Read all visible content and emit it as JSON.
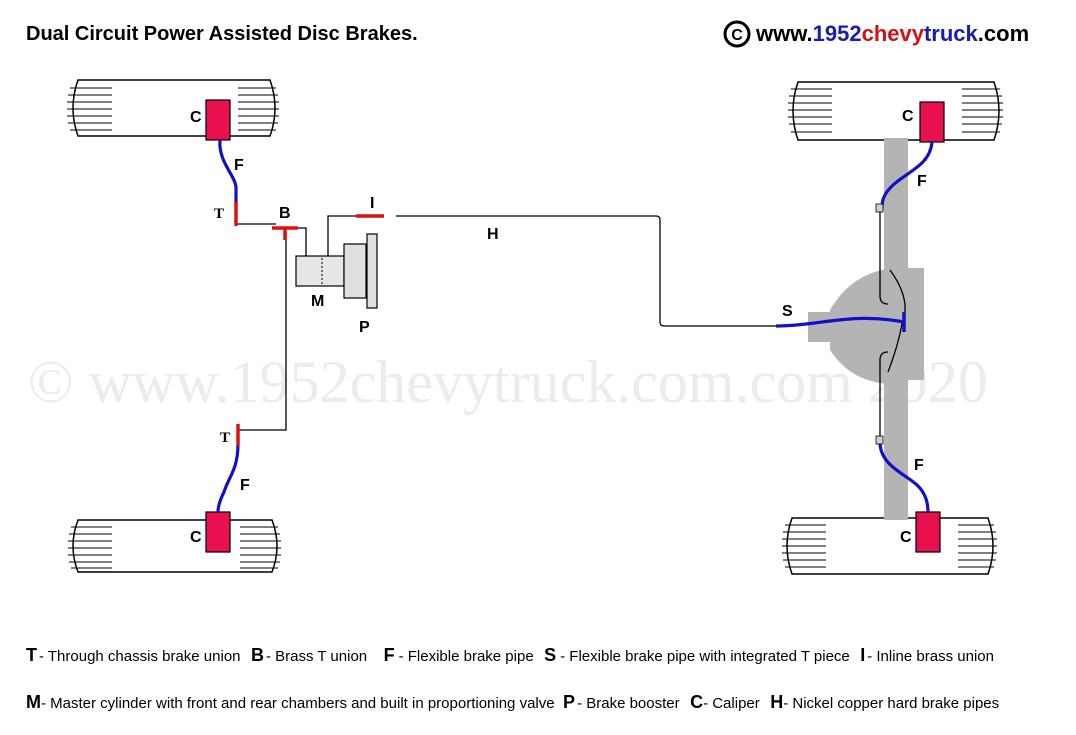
{
  "title": "Dual Circuit Power Assisted Disc Brakes.",
  "copyright": {
    "symbol": "©",
    "prefix": "www.",
    "part1": "1952",
    "part2": "chevy",
    "part3": "truck",
    "suffix": ".com"
  },
  "watermark": "© www.1952chevytruck.com.com 2020",
  "labels": {
    "caliper_fl": "C",
    "caliper_rl": "C",
    "caliper_fr": "C",
    "caliper_rr": "C",
    "flex_fl": "F",
    "flex_rl": "F",
    "flex_fr": "F",
    "flex_rr": "F",
    "union_t_upper": "T",
    "union_t_lower": "T",
    "brass_t": "B",
    "inline_union": "I",
    "hard_pipe": "H",
    "flex_s": "S",
    "master": "M",
    "booster": "P"
  },
  "legend": {
    "row1": [
      {
        "key": "T",
        "text": "- Through chassis brake union"
      },
      {
        "key": "B",
        "text": "- Brass T union"
      },
      {
        "key": "F",
        "text": "- Flexible brake pipe"
      },
      {
        "key": "S",
        "text": "- Flexible brake pipe with integrated T piece"
      },
      {
        "key": "I",
        "text": "- Inline brass union"
      }
    ],
    "row2": [
      {
        "key": "M",
        "text": "- Master cylinder with front and rear chambers and built in proportioning valve"
      },
      {
        "key": "P",
        "text": "- Brake booster"
      },
      {
        "key": "C",
        "text": "- Caliper"
      },
      {
        "key": "H",
        "text": "- Nickel copper hard brake pipes"
      }
    ]
  },
  "colors": {
    "caliper": "#e8104f",
    "flex_pipe": "#1010c8",
    "union": "#e01010",
    "chevy": "#d41010",
    "number": "#1a1ab4",
    "axle": "#b4b4b4"
  }
}
